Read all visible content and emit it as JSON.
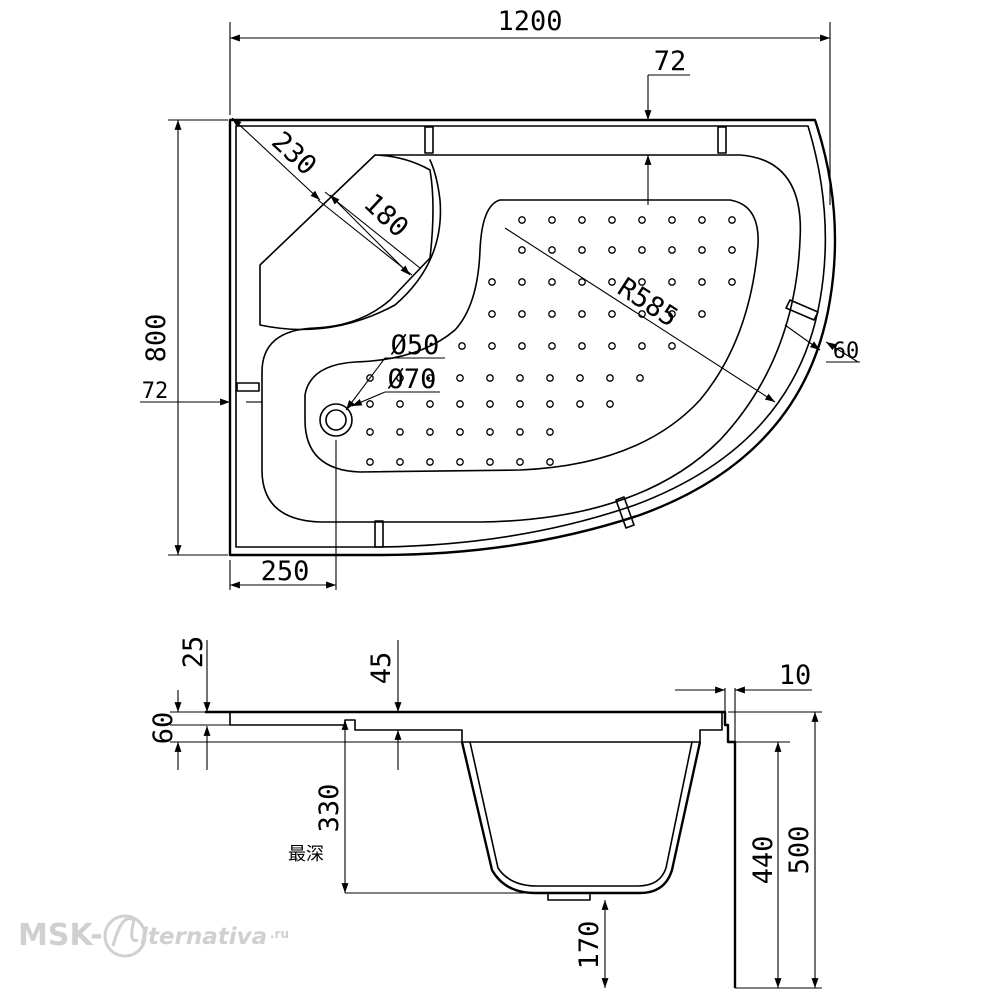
{
  "dimensions": {
    "width_1200": "1200",
    "depth_800": "800",
    "inner_offset_top_72": "72",
    "inner_offset_left_72": "72",
    "corner_230": "230",
    "corner_180": "180",
    "radius_r585": "R585",
    "rim_60": "60",
    "drain_offset_250": "250",
    "drain_d50": "Ø50",
    "drain_d70": "Ø70",
    "side_25": "25",
    "side_60": "60",
    "step_45": "45",
    "rim_10": "10",
    "depth_330": "330",
    "deepest_label": "最深",
    "height_440": "440",
    "height_500": "500",
    "leg_170": "170"
  },
  "watermark": {
    "left": "MSK-",
    "script": "lternativa",
    "suffix": ".ru"
  }
}
